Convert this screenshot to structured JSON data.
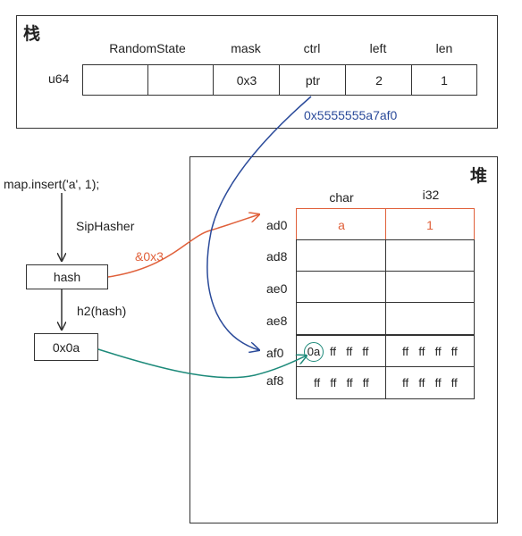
{
  "stack": {
    "title": "栈",
    "row_label": "u64",
    "headers": [
      "RandomState",
      "mask",
      "ctrl",
      "left",
      "len"
    ],
    "cells": [
      "",
      "",
      "0x3",
      "ptr",
      "2",
      "1"
    ],
    "ptr_value": "0x5555555a7af0"
  },
  "heap": {
    "title": "堆",
    "col_headers": [
      "char",
      "i32"
    ],
    "rows": [
      {
        "addr": "ad0",
        "char": "a",
        "i32": "1"
      },
      {
        "addr": "ad8",
        "char": "",
        "i32": ""
      },
      {
        "addr": "ae0",
        "char": "",
        "i32": ""
      },
      {
        "addr": "ae8",
        "char": "",
        "i32": ""
      },
      {
        "addr": "af0",
        "char": "0a  ff  ff  ff",
        "i32": "ff  ff  ff  ff"
      },
      {
        "addr": "af8",
        "char": "ff  ff  ff  ff",
        "i32": "ff  ff  ff  ff"
      }
    ],
    "af0_first": "0a",
    "af0_rest": "ff  ff  ff"
  },
  "flow": {
    "insert_call": "map.insert('a', 1);",
    "hasher": "SipHasher",
    "hash_box": "hash",
    "h2_label": "h2(hash)",
    "h2_box": "0x0a",
    "mask_label": "&0x3"
  },
  "colors": {
    "orange": "#e0603a",
    "blue": "#2a4a9a",
    "teal": "#1d8a7a",
    "line": "#333333"
  }
}
